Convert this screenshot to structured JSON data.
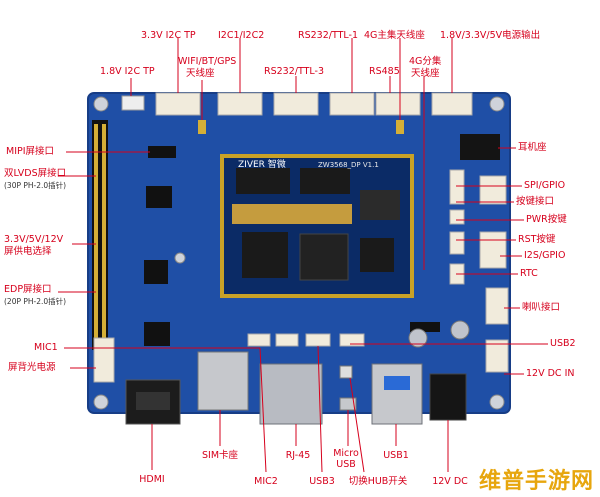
{
  "colors": {
    "label": "#d6001c",
    "pcb": "#1f4fa6",
    "pcb_dark": "#173d86",
    "gold": "#c9a227",
    "watermark": "#e7a60e"
  },
  "silkscreen": {
    "brand": "ZIVER 智微",
    "model": "ZW3568_DP V1.1"
  },
  "labels": {
    "top_i2c_tp": "3.3V I2C TP",
    "top_i2c12": "I2C1/I2C2",
    "top_rs232_ttl1": "RS232/TTL-1",
    "top_4g_main": "4G主集天线座",
    "top_power_out": "1.8V/3.3V/5V电源输出",
    "wifi_bt_gps": "WIFI/BT/GPS",
    "wifi_bt_gps_2": "天线座",
    "i2c_tp_18": "1.8V I2C TP",
    "rs232_ttl3": "RS232/TTL-3",
    "rs485": "RS485",
    "ant_4g_div": "4G分集",
    "ant_4g_div_2": "天线座",
    "mipi": "MIPI屏接口",
    "lvds": "双LVDS屏接口",
    "lvds_sub": "(30P PH-2.0插针)",
    "power_sel": "3.3V/5V/12V",
    "power_sel_2": "屏供电选择",
    "edp": "EDP屏接口",
    "edp_sub": "(20P PH-2.0插针)",
    "mic1": "MIC1",
    "backlight": "屏背光电源",
    "headphone": "耳机座",
    "spi_gpio": "SPI/GPIO",
    "key_if": "按键接口",
    "pwr_key": "PWR按键",
    "rst_key": "RST按键",
    "i2s_gpio": "I2S/GPIO",
    "rtc": "RTC",
    "speaker": "喇叭接口",
    "usb2": "USB2",
    "dc12v_in": "12V DC IN",
    "hdmi": "HDMI",
    "sim": "SIM卡座",
    "mic2": "MIC2",
    "rj45": "RJ-45",
    "usb3": "USB3",
    "micro_usb": "Micro",
    "micro_usb_2": "USB",
    "hub_switch": "切换HUB开关",
    "usb1": "USB1",
    "dc12v": "12V DC"
  },
  "watermark": "维普手游网"
}
